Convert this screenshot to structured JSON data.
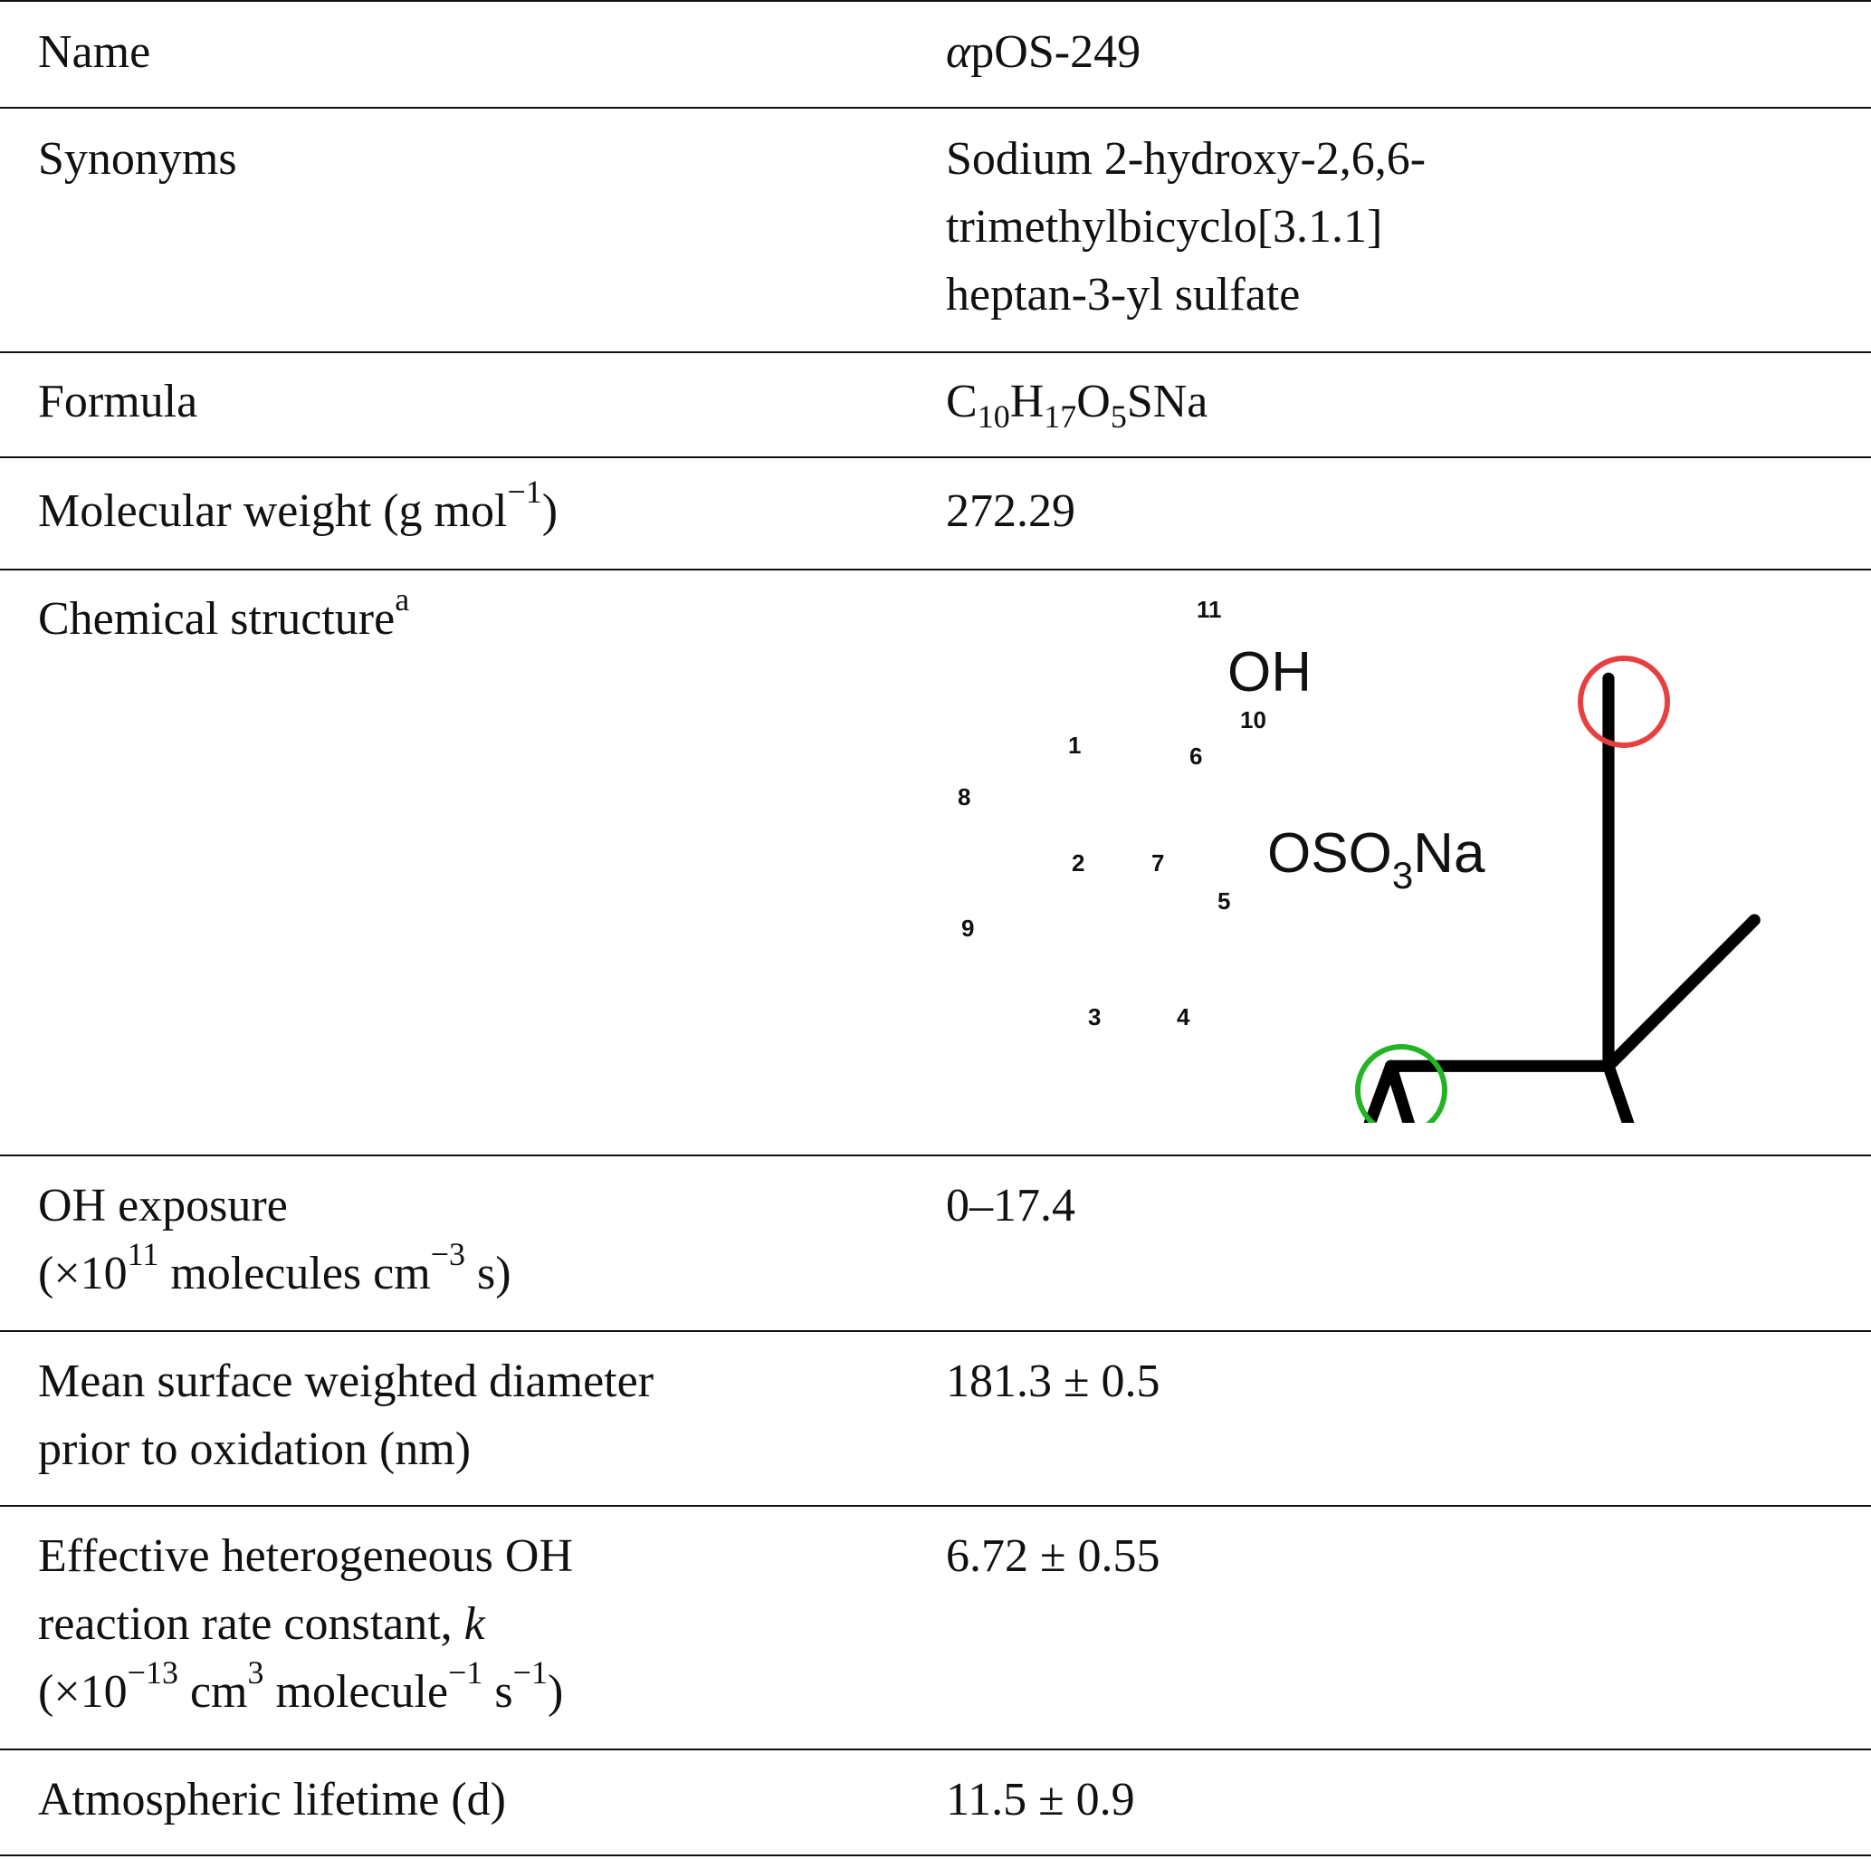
{
  "rows": {
    "name": {
      "label": "Name",
      "value_prefix": "α",
      "value": "pOS-249"
    },
    "synonyms": {
      "label": "Synonyms",
      "lines": [
        "Sodium 2-hydroxy-2,6,6-",
        "trimethylbicyclo[3.1.1]",
        "heptan-3-yl sulfate"
      ]
    },
    "formula": {
      "label": "Formula",
      "parts": [
        "C",
        "10",
        "H",
        "17",
        "O",
        "5",
        "SNa"
      ]
    },
    "mw": {
      "label": "Molecular weight (g mol",
      "label_sup": "−1",
      "label_end": ")",
      "value": "272.29"
    },
    "structure": {
      "label": "Chemical structure",
      "label_sup": "a",
      "atom_labels": [
        "1",
        "2",
        "3",
        "4",
        "5",
        "6",
        "7",
        "8",
        "9",
        "10",
        "11"
      ],
      "oh": "OH",
      "group_a": "OSO",
      "group_sub": "3",
      "group_b": "Na",
      "colors": {
        "primary": "#22b422",
        "secondary": "#2a7fe8",
        "methyl": "#e84040"
      }
    },
    "oh_exposure": {
      "label1": "OH exposure",
      "label2a": "(×10",
      "label2sup": "11",
      "label2b": " molecules cm",
      "label2sup2": "−3",
      "label2c": " s)",
      "value": "0–17.4"
    },
    "diameter": {
      "label1": "Mean surface weighted diameter",
      "label2": "prior to oxidation (nm)",
      "value": "181.3 ± 0.5"
    },
    "rate": {
      "label1": "Effective heterogeneous OH",
      "label2": "reaction rate constant, ",
      "label2k": "k",
      "label3a": "(×10",
      "label3sup1": "−13",
      "label3b": " cm",
      "label3sup2": "3",
      "label3c": " molecule",
      "label3sup3": "−1",
      "label3d": " s",
      "label3sup4": "−1",
      "label3e": ")",
      "value": "6.72 ± 0.55"
    },
    "lifetime": {
      "label": "Atmospheric lifetime (d)",
      "value": "11.5 ± 0.9"
    }
  }
}
